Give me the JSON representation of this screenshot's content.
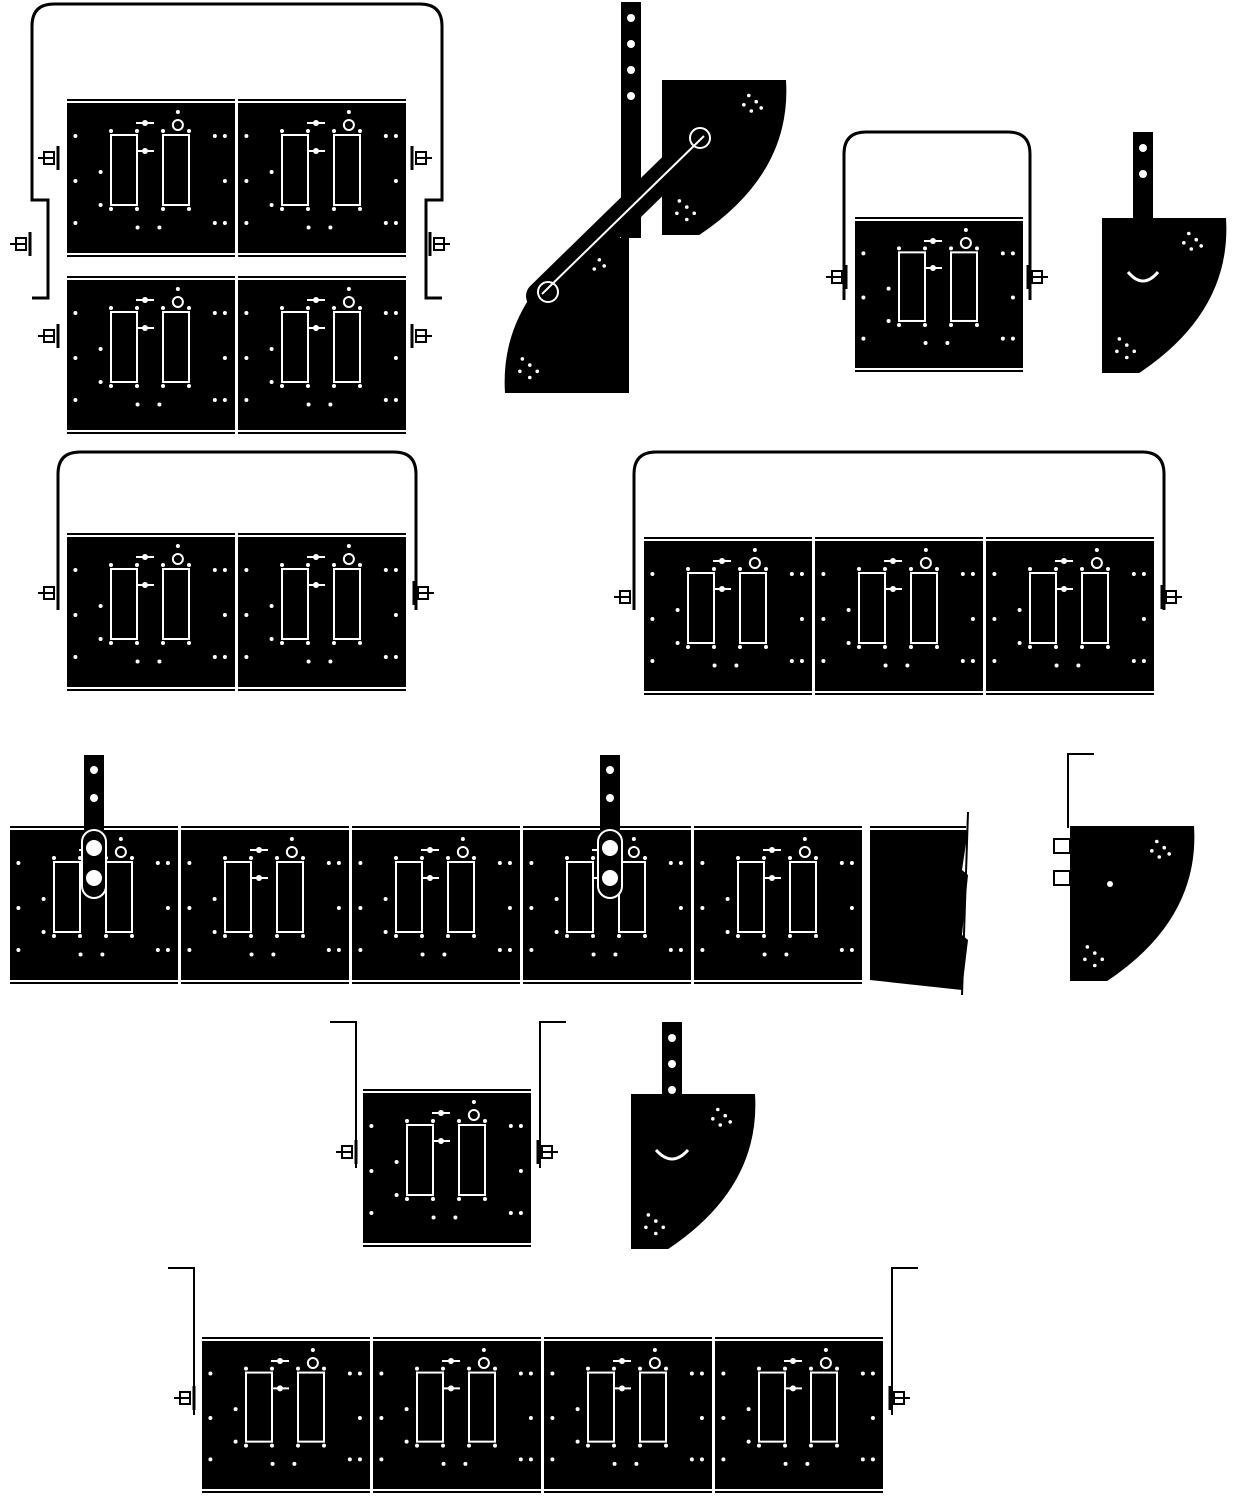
{
  "page": {
    "title": "",
    "background": "#ffffff",
    "ink": "#000000",
    "paper": "#ffffff"
  },
  "figures": [
    {
      "id": "2x2-front-yoke",
      "view": "front",
      "panels_wide": 2,
      "panels_high": 2,
      "mount": "yoke-double"
    },
    {
      "id": "angled-side-pair",
      "view": "side",
      "mount": "tilt-link"
    },
    {
      "id": "1x1-front-yoke",
      "view": "front",
      "panels_wide": 1,
      "panels_high": 1,
      "mount": "yoke"
    },
    {
      "id": "1x1-side-yoke",
      "view": "side",
      "mount": "yoke-arm"
    },
    {
      "id": "2x1-front-yoke",
      "view": "front",
      "panels_wide": 2,
      "panels_high": 1,
      "mount": "yoke"
    },
    {
      "id": "3x1-front-yoke",
      "view": "front",
      "panels_wide": 3,
      "panels_high": 1,
      "mount": "yoke"
    },
    {
      "id": "6x1-front-truss-clamps",
      "view": "front",
      "panels_wide": 6,
      "panels_high": 1,
      "mount": "clamp-arms",
      "truncated": true
    },
    {
      "id": "side-floor-bracket",
      "view": "side",
      "mount": "floor-bracket"
    },
    {
      "id": "1x1-front-brackets",
      "view": "front",
      "panels_wide": 1,
      "panels_high": 1,
      "mount": "brackets"
    },
    {
      "id": "1x1-side-arm",
      "view": "side",
      "mount": "yoke-arm"
    },
    {
      "id": "4x1-front-brackets",
      "view": "front",
      "panels_wide": 4,
      "panels_high": 1,
      "mount": "brackets"
    }
  ]
}
